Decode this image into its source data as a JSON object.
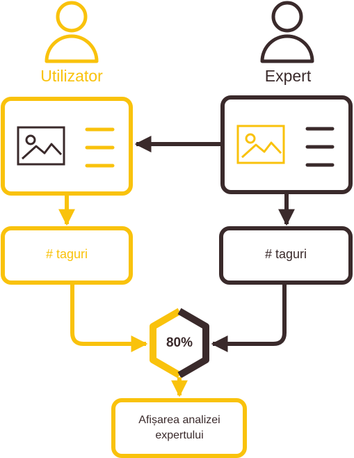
{
  "colors": {
    "yellow": "#F9C20C",
    "dark": "#3A2A2B",
    "background": "#FFFFFF"
  },
  "user": {
    "label": "Utilizator",
    "icon": "user-icon",
    "tag_box_label": "# taguri",
    "content_card_icons": [
      "image-icon",
      "text-lines-icon"
    ]
  },
  "expert": {
    "label": "Expert",
    "icon": "user-icon",
    "tag_box_label": "# taguri",
    "content_card_icons": [
      "image-icon",
      "text-lines-icon"
    ]
  },
  "match": {
    "value": "80%",
    "icon": "hexagon-icon"
  },
  "result": {
    "label": "Afișarea analizei expertului"
  }
}
